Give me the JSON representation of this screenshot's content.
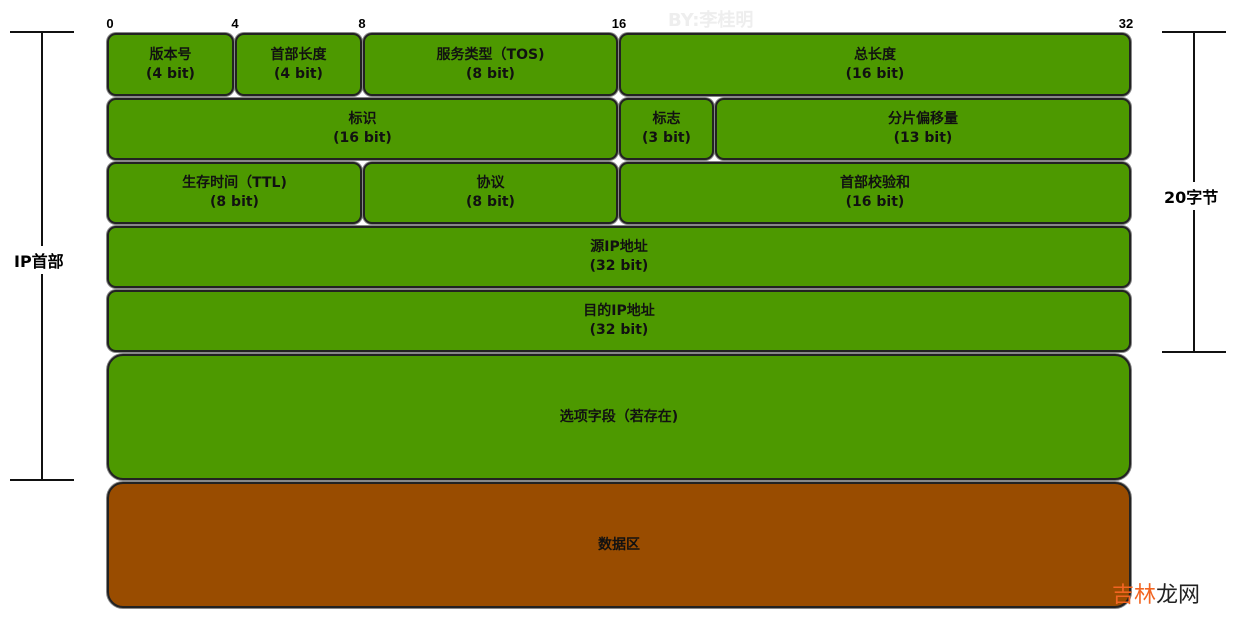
{
  "ticks": [
    "0",
    "4",
    "8",
    "16",
    "32"
  ],
  "watermark": "BY:李桂明",
  "left_label": "IP首部",
  "right_label": "20字节",
  "fields": [
    {
      "name": "版本号",
      "bits": "(4 bit)"
    },
    {
      "name": "首部长度",
      "bits": "(4 bit)"
    },
    {
      "name": "服务类型（TOS)",
      "bits": "(8 bit)"
    },
    {
      "name": "总长度",
      "bits": "(16 bit)"
    },
    {
      "name": "标识",
      "bits": "(16 bit)"
    },
    {
      "name": "标志",
      "bits": "(3 bit)"
    },
    {
      "name": "分片偏移量",
      "bits": "(13 bit)"
    },
    {
      "name": "生存时间（TTL)",
      "bits": "(8 bit)"
    },
    {
      "name": "协议",
      "bits": "(8 bit)"
    },
    {
      "name": "首部校验和",
      "bits": "(16 bit)"
    },
    {
      "name": "源IP地址",
      "bits": "(32 bit)"
    },
    {
      "name": "目的IP地址",
      "bits": "(32 bit)"
    }
  ],
  "options": "选项字段（若存在)",
  "data_area": "数据区",
  "logo": {
    "part1": "吉林",
    "part2": "龙网",
    "color1": "#f26522",
    "color2": "#222222"
  },
  "colors": {
    "header": "#4d9900",
    "data": "#994c00"
  }
}
